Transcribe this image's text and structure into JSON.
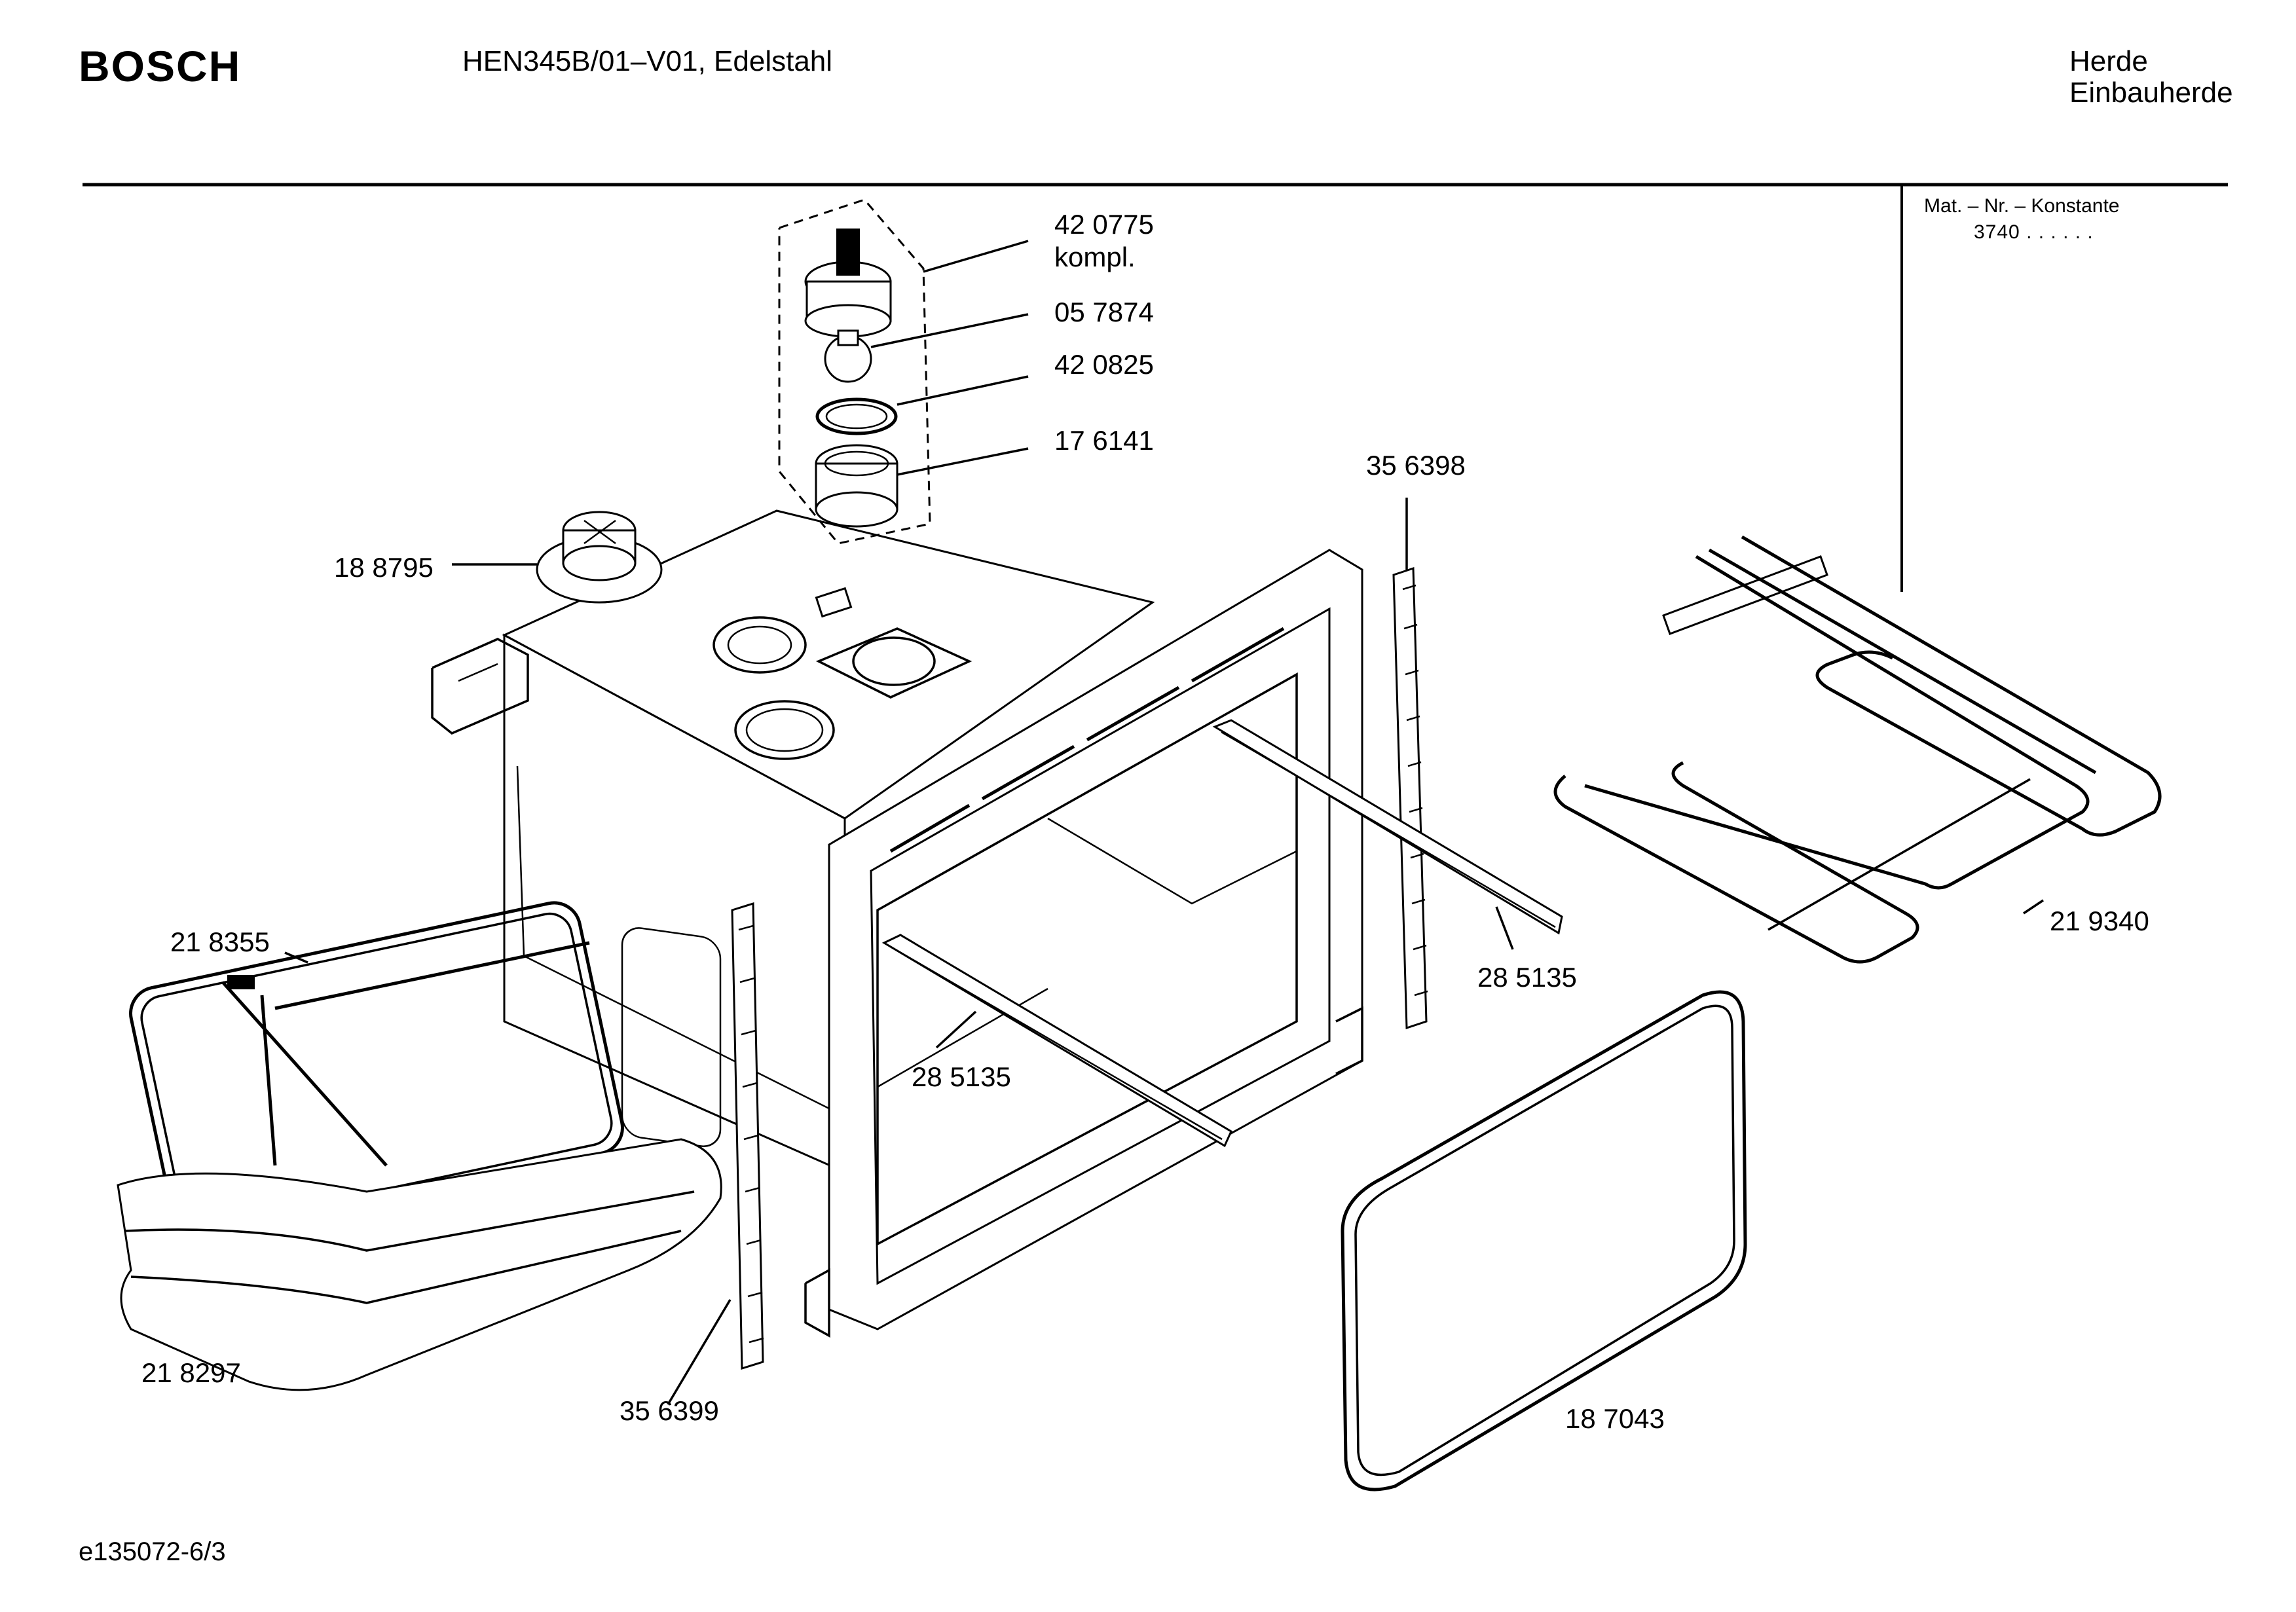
{
  "header": {
    "brand": "BOSCH",
    "model": "HEN345B/01–V01, Edelstahl",
    "category_line1": "Herde",
    "category_line2": "Einbauherde"
  },
  "side_panel": {
    "heading": "Mat. – Nr. – Konstante",
    "value": "3740  .  .    .  .  .  ."
  },
  "parts": [
    {
      "id": "p420775",
      "number": "42 0775",
      "sub": "kompl."
    },
    {
      "id": "p057874",
      "number": "05 7874"
    },
    {
      "id": "p420825",
      "number": "42 0825"
    },
    {
      "id": "p176141",
      "number": "17 6141"
    },
    {
      "id": "p188795",
      "number": "18 8795"
    },
    {
      "id": "p356398",
      "number": "35 6398"
    },
    {
      "id": "p218355",
      "number": "21 8355"
    },
    {
      "id": "p285135a",
      "number": "28 5135"
    },
    {
      "id": "p285135b",
      "number": "28 5135"
    },
    {
      "id": "p219340",
      "number": "21 9340"
    },
    {
      "id": "p218297",
      "number": "21 8297"
    },
    {
      "id": "p356399",
      "number": "35 6399"
    },
    {
      "id": "p187043",
      "number": "18 7043"
    }
  ],
  "footer": {
    "drawing_id": "e135072-6/3"
  }
}
